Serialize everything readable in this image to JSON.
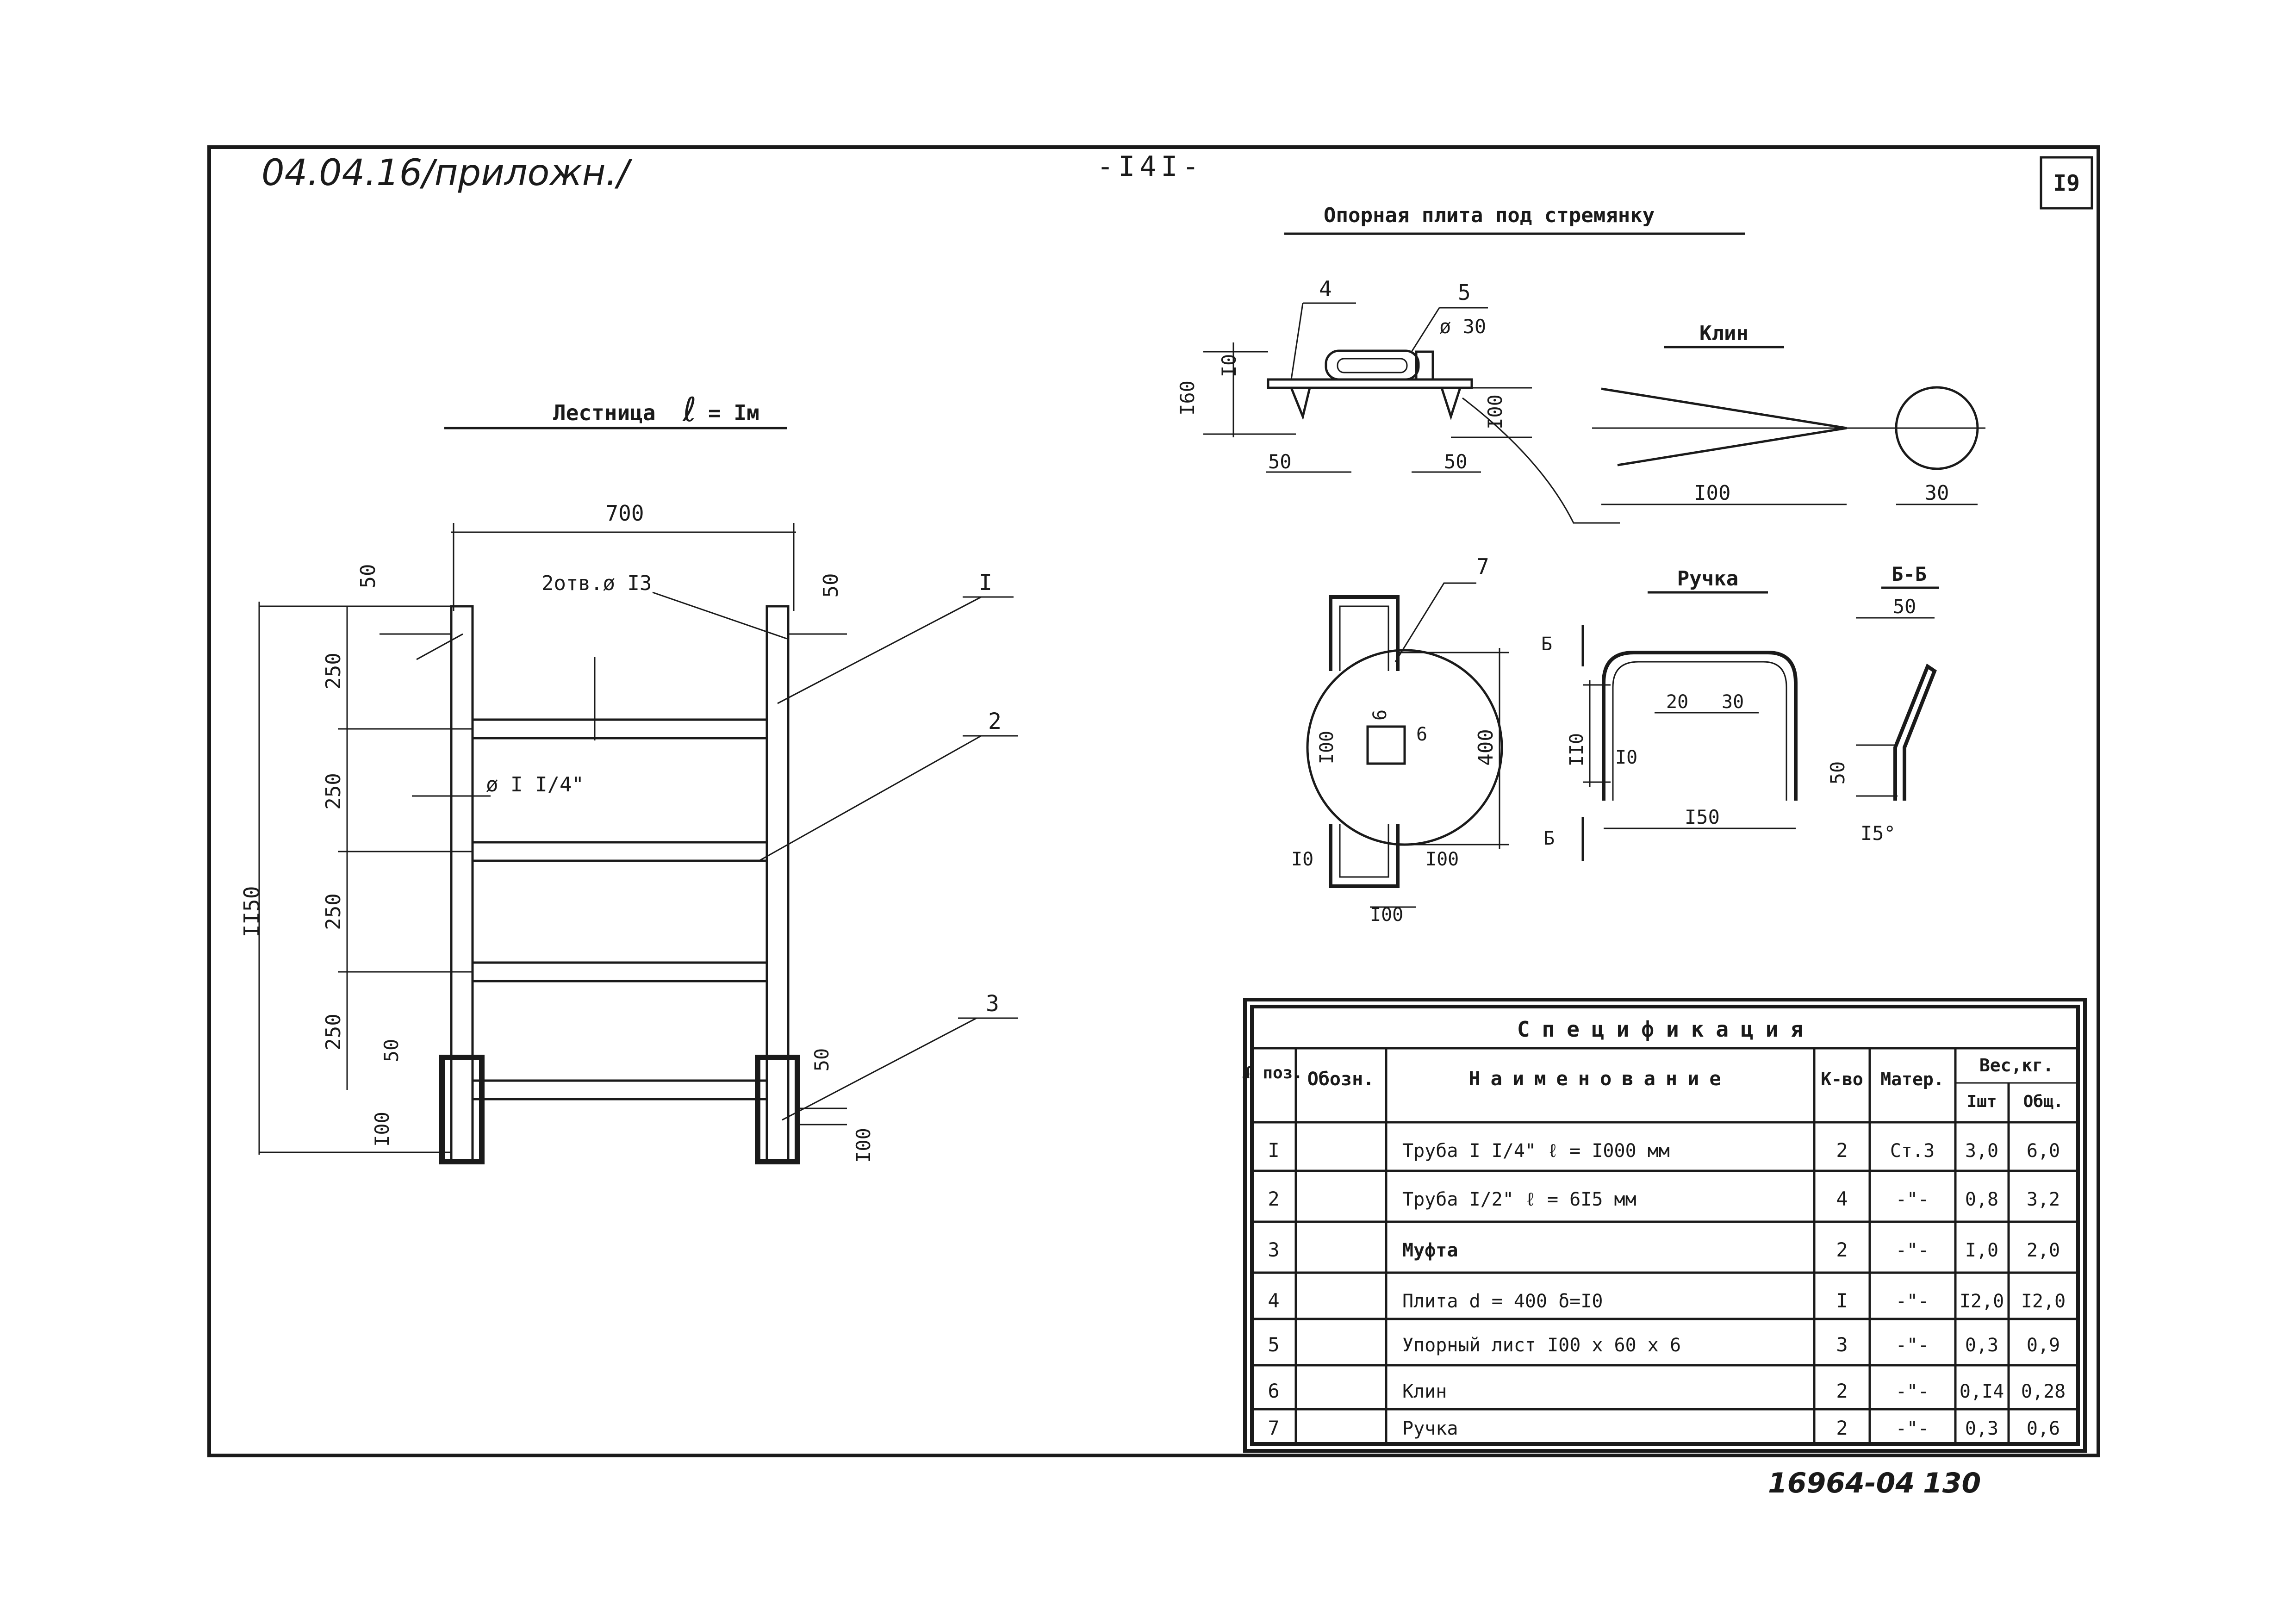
{
  "header": {
    "doc_ref": "04.04.16/приложн./",
    "page_number": "-I4I-",
    "sheet_number": "I9"
  },
  "footer": {
    "archive_code": "16964-04",
    "sheet_code": "130"
  },
  "ladder_view": {
    "title": "Лестница",
    "title_symbol": "ℓ",
    "title_value": "= Iм",
    "dims": {
      "width": "700",
      "top_left": "50",
      "top_right": "50",
      "holes": "2отв.ø I3",
      "spacing": [
        "250",
        "250",
        "250",
        "250"
      ],
      "total_height": "II50",
      "pipe": "ø I I/4\"",
      "sleeve_left": "50",
      "sleeve_right": "50",
      "bottom_left": "I00",
      "bottom_right": "I00"
    },
    "callouts": [
      "I",
      "2",
      "3"
    ]
  },
  "plate_view": {
    "title": "Опорная плита под стремянку",
    "callouts": [
      "4",
      "5"
    ],
    "dims": {
      "d30": "ø 30",
      "h10": "I0",
      "h160": "I60",
      "h100": "I00",
      "w50_left": "50",
      "w50_right": "50"
    }
  },
  "wedge_view": {
    "title": "Клин",
    "length": "I00",
    "diameter": "30"
  },
  "plate_top_view": {
    "callout": "7",
    "dims": {
      "d400": "400",
      "h6": "6",
      "w6": "6",
      "w100": "I00",
      "b10": "I0",
      "b100a": "I00",
      "b100b": "I00"
    }
  },
  "handle_view": {
    "title": "Ручка",
    "section_mark": "Б",
    "dims": {
      "r20": "20",
      "r30": "30",
      "h110": "II0",
      "t10": "I0",
      "w150": "I50"
    }
  },
  "section_view": {
    "title": "Б-Б",
    "dims": {
      "w50": "50",
      "h50": "50",
      "angle": "I5°"
    }
  },
  "spec_table": {
    "title": "Спецификация",
    "headers": {
      "pos": "№ поз.",
      "designation": "Обозн.",
      "name": "Наименование",
      "qty": "К-во",
      "material": "Матер.",
      "weight": "Вес,кг.",
      "unit_weight": "Iшт",
      "total_weight": "Общ."
    },
    "rows": [
      {
        "pos": "I",
        "designation": "",
        "name": "Труба I I/4\"  ℓ = I000 мм",
        "qty": "2",
        "material": "Ст.3",
        "unit": "3,0",
        "total": "6,0"
      },
      {
        "pos": "2",
        "designation": "",
        "name": "Труба I/2\"   ℓ = 6I5 мм",
        "qty": "4",
        "material": "-\"-",
        "unit": "0,8",
        "total": "3,2"
      },
      {
        "pos": "3",
        "designation": "",
        "name": "Муфта",
        "qty": "2",
        "material": "-\"-",
        "unit": "I,0",
        "total": "2,0"
      },
      {
        "pos": "4",
        "designation": "",
        "name": "Плита d = 400  δ=I0",
        "qty": "I",
        "material": "-\"-",
        "unit": "I2,0",
        "total": "I2,0"
      },
      {
        "pos": "5",
        "designation": "",
        "name": "Упорный лист I00 x 60 x 6",
        "qty": "3",
        "material": "-\"-",
        "unit": "0,3",
        "total": "0,9"
      },
      {
        "pos": "6",
        "designation": "",
        "name": "Клин",
        "qty": "2",
        "material": "-\"-",
        "unit": "0,I4",
        "total": "0,28"
      },
      {
        "pos": "7",
        "designation": "",
        "name": "Ручка",
        "qty": "2",
        "material": "-\"-",
        "unit": "0,3",
        "total": "0,6"
      }
    ]
  }
}
